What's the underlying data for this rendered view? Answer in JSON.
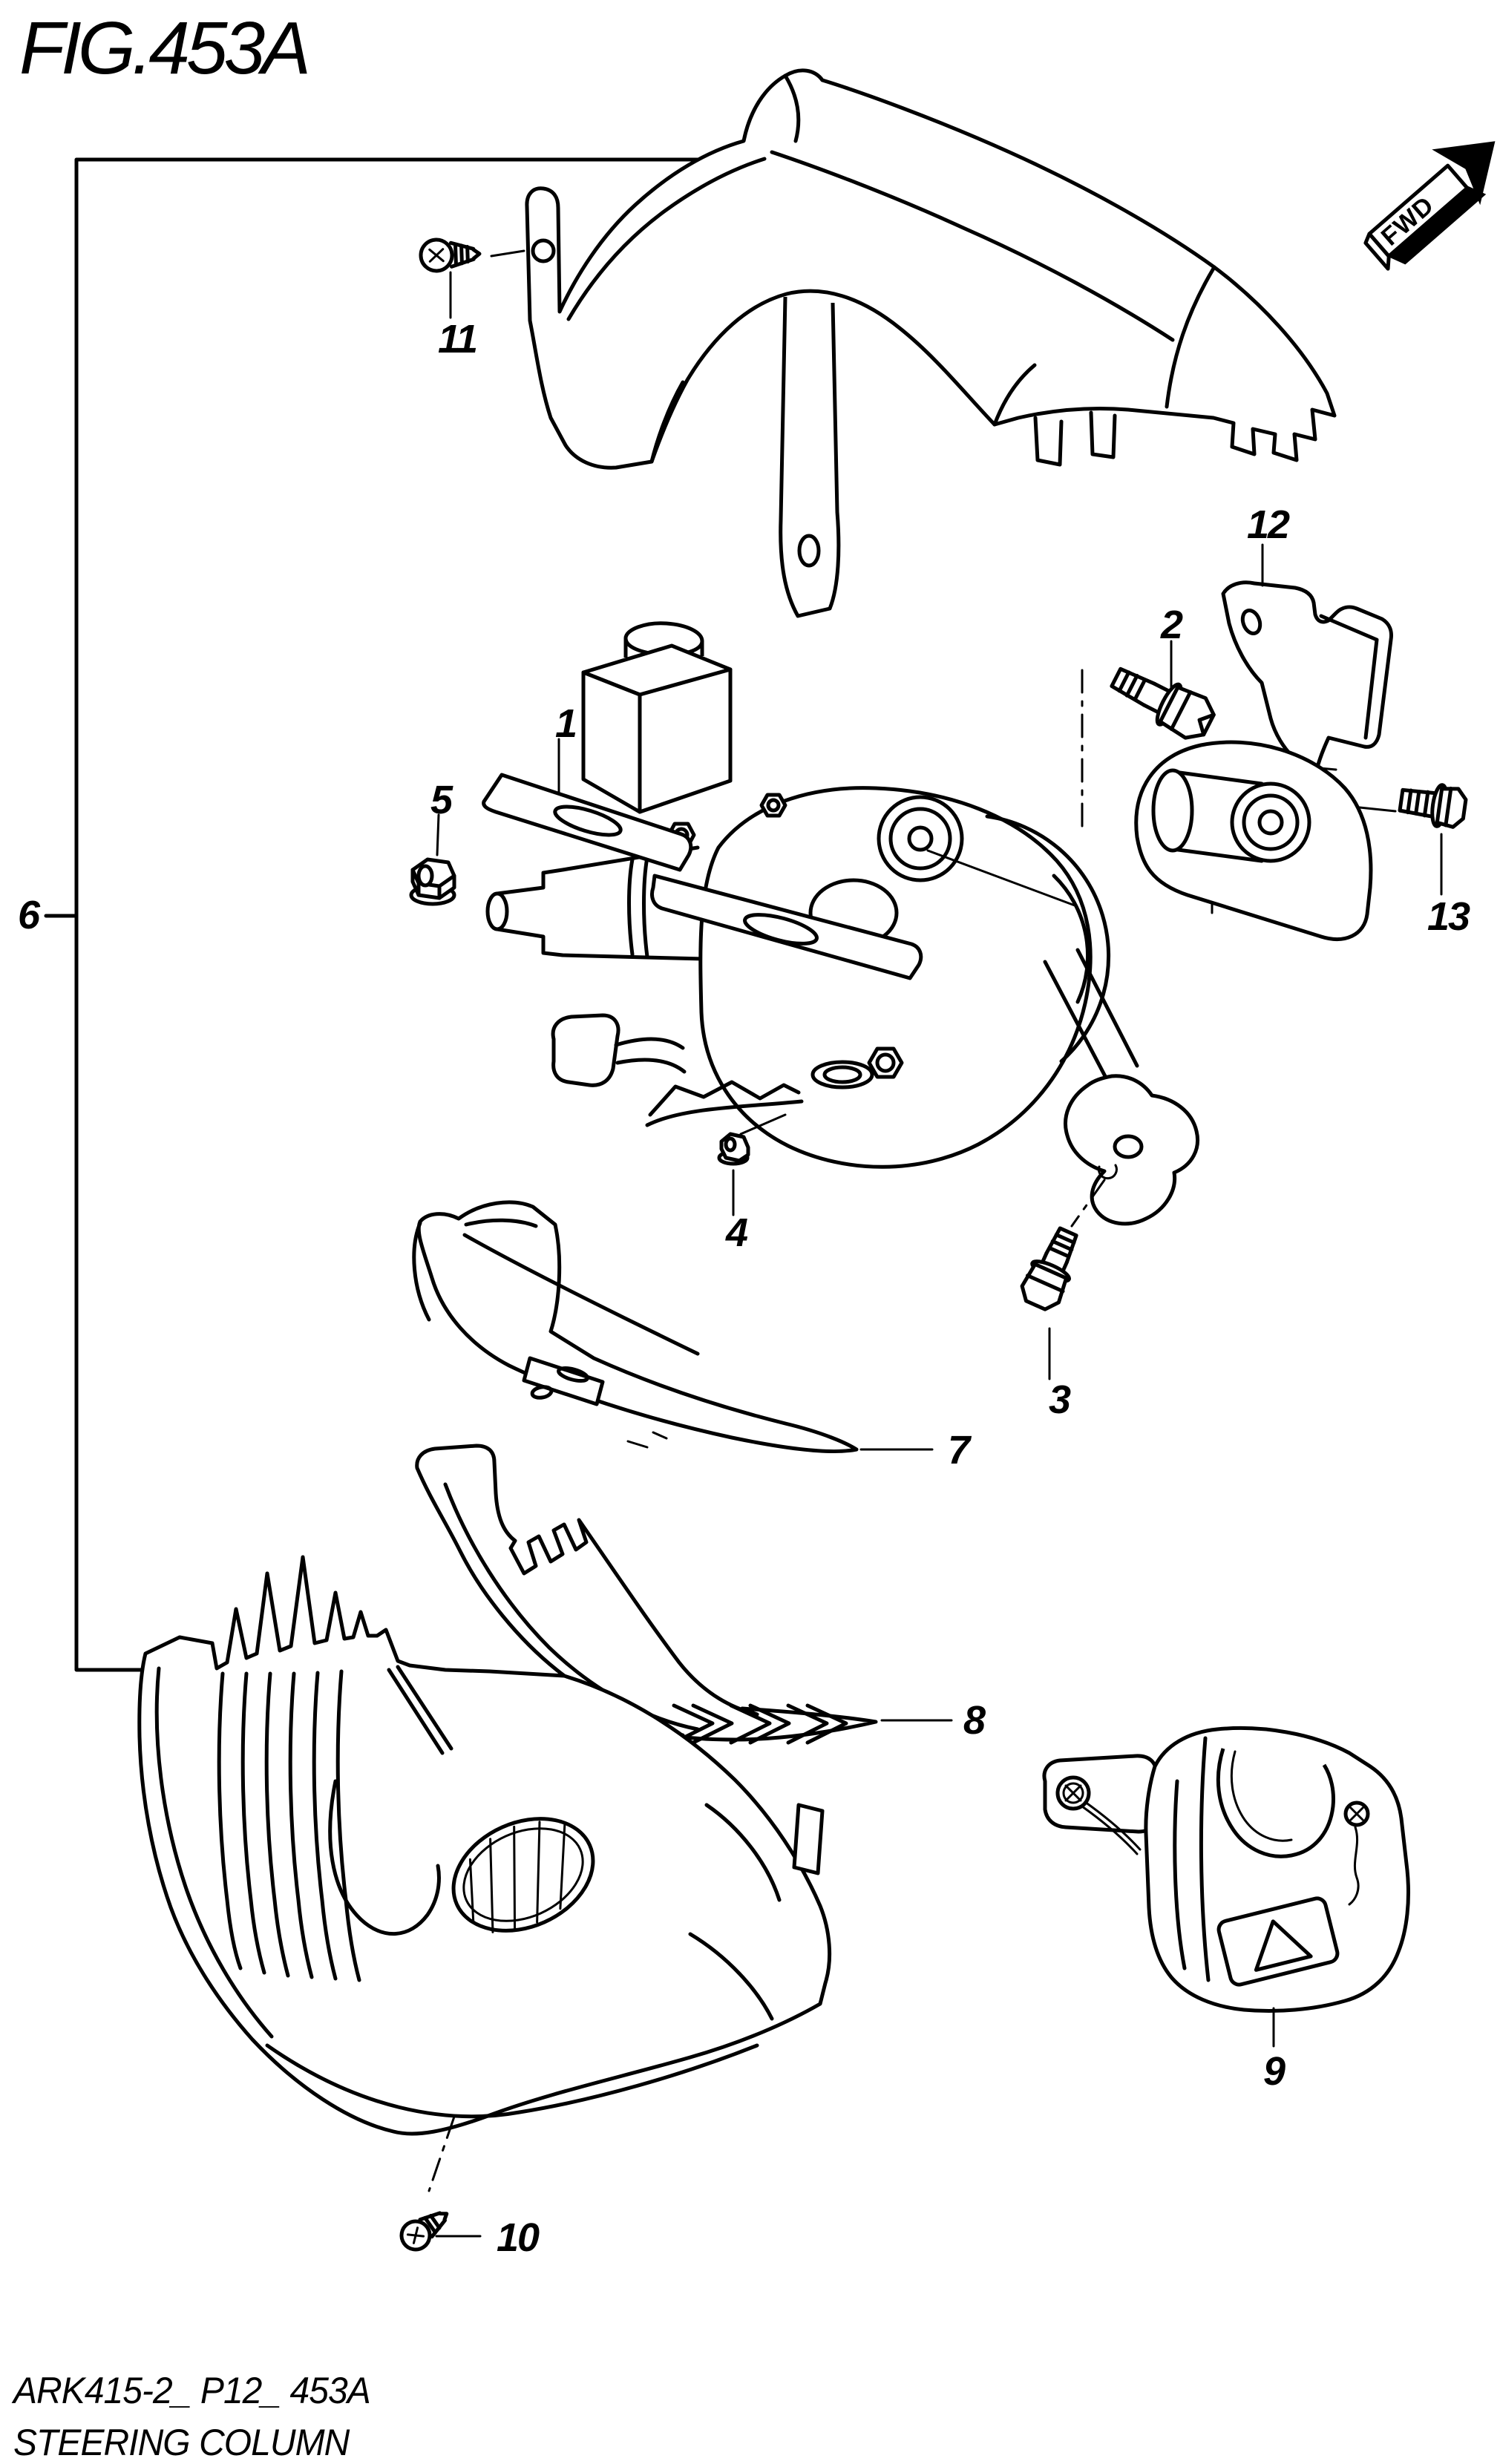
{
  "figure": {
    "title": "FIG.453A"
  },
  "direction_indicator": {
    "label": "FWD"
  },
  "footer": {
    "drawing_code": "ARK415-2_ P12_ 453A",
    "figure_name": "STEERING COLUMN"
  },
  "colors": {
    "line": "#000000",
    "background": "#ffffff"
  },
  "callouts": [
    {
      "n": "1"
    },
    {
      "n": "2"
    },
    {
      "n": "3"
    },
    {
      "n": "4"
    },
    {
      "n": "5"
    },
    {
      "n": "6"
    },
    {
      "n": "7"
    },
    {
      "n": "8"
    },
    {
      "n": "9"
    },
    {
      "n": "10"
    },
    {
      "n": "11"
    },
    {
      "n": "12"
    },
    {
      "n": "13"
    }
  ]
}
